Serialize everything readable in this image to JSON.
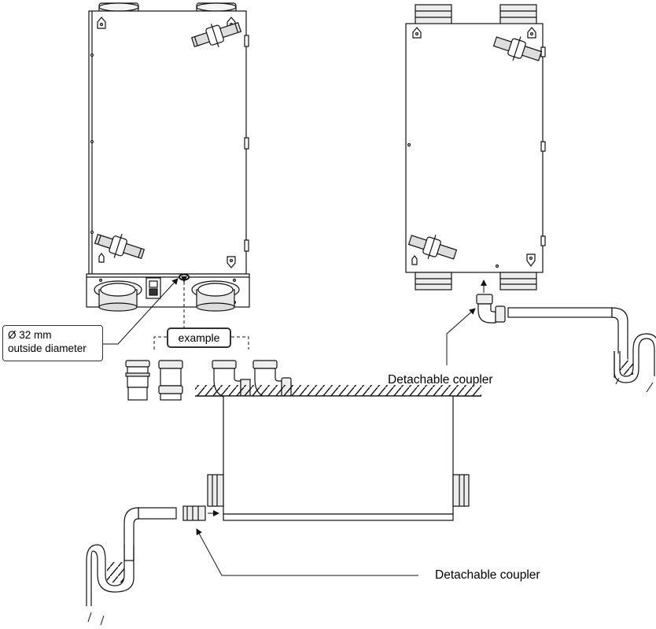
{
  "labels": {
    "diameter_line1": "Ø 32 mm",
    "diameter_line2": "outside diameter",
    "example": "example",
    "coupler_top": "Detachable coupler",
    "coupler_bottom": "Detachable coupler"
  }
}
